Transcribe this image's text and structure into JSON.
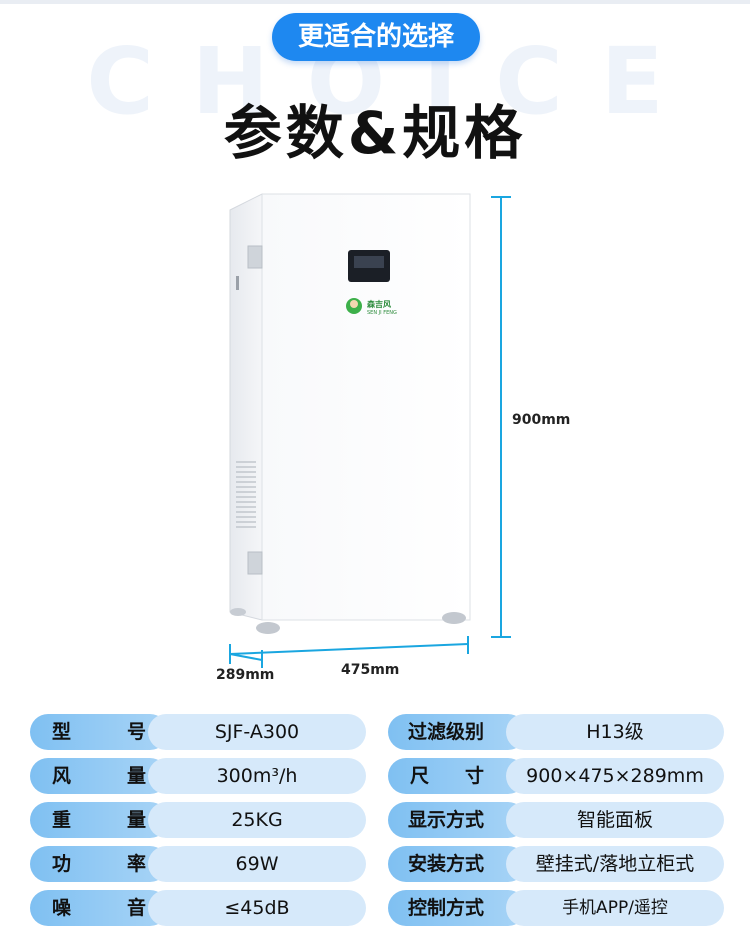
{
  "header": {
    "badge": "更适合的选择",
    "watermark": "CHOICE",
    "title": "参数&规格"
  },
  "product": {
    "brand_text": "森吉风",
    "brand_sub": "SEN JI FENG",
    "height_label": "900mm",
    "width_label": "475mm",
    "depth_label": "289mm"
  },
  "specs_left": [
    {
      "label_a": "型",
      "label_b": "号",
      "value": "SJF-A300"
    },
    {
      "label_a": "风",
      "label_b": "量",
      "value": "300m³/h"
    },
    {
      "label_a": "重",
      "label_b": "量",
      "value": "25KG"
    },
    {
      "label_a": "功",
      "label_b": "率",
      "value": "69W"
    },
    {
      "label_a": "噪",
      "label_b": "音",
      "value": "≤45dB"
    }
  ],
  "specs_right": [
    {
      "label": "过滤级别",
      "value": "H13级"
    },
    {
      "label_a": "尺",
      "label_b": "寸",
      "value": "900×475×289mm"
    },
    {
      "label": "显示方式",
      "value": "智能面板"
    },
    {
      "label": "安装方式",
      "value": "壁挂式/落地立柜式"
    },
    {
      "label": "控制方式",
      "value": "手机APP/遥控"
    }
  ],
  "colors": {
    "accent": "#1e88f0",
    "dimension_line": "#1aa6e0",
    "label_bg": "#8ec8f4",
    "value_bg": "#d6e9fa"
  }
}
